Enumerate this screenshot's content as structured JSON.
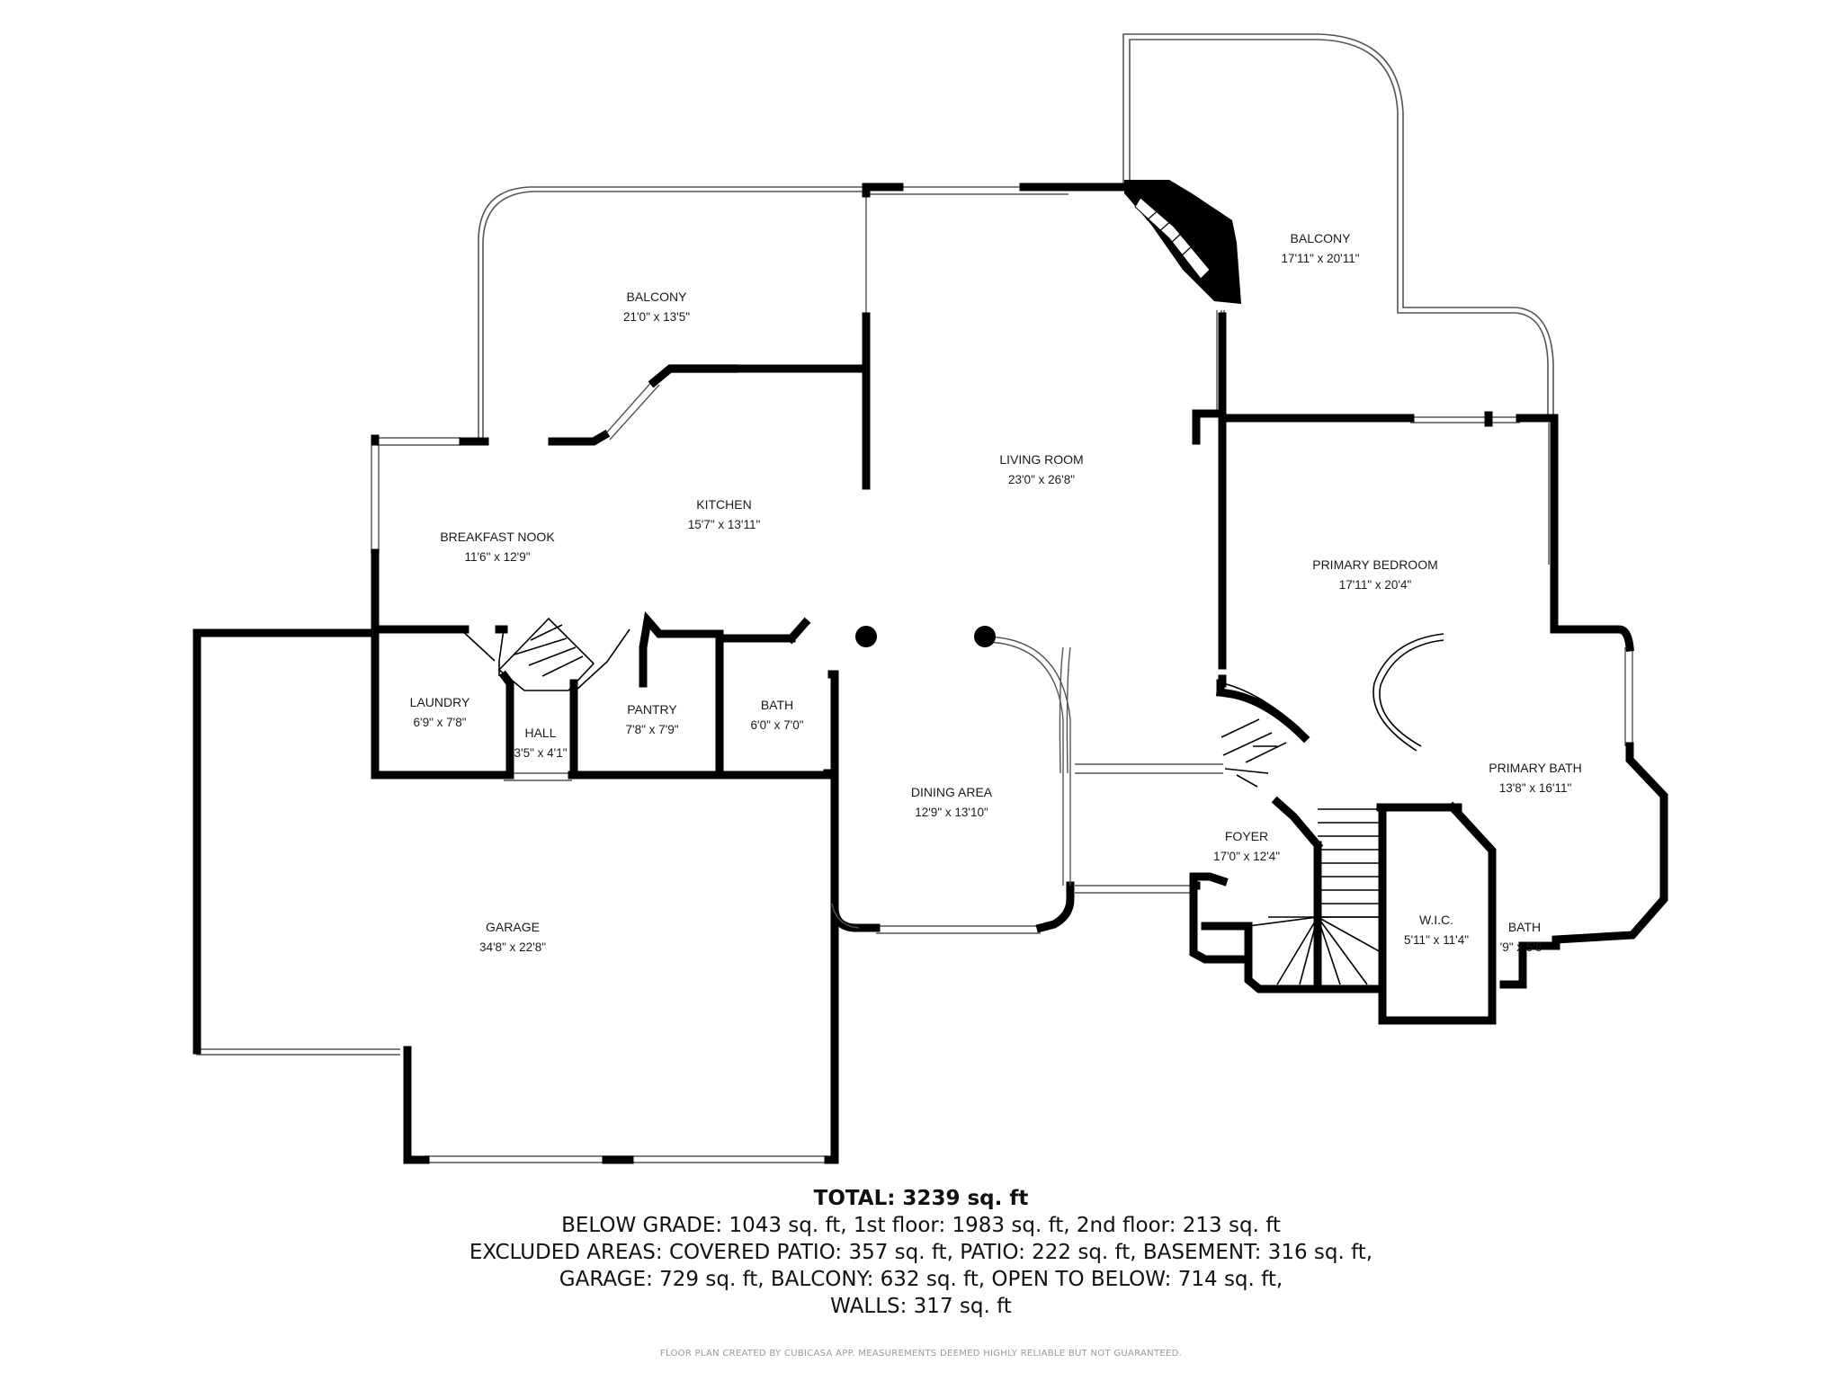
{
  "rooms": [
    {
      "id": "balcony-left",
      "name": "BALCONY",
      "dims": "21'0\" x 13'5\""
    },
    {
      "id": "balcony-right",
      "name": "BALCONY",
      "dims": "17'11\" x 20'11\""
    },
    {
      "id": "living-room",
      "name": "LIVING ROOM",
      "dims": "23'0\" x 26'8\""
    },
    {
      "id": "kitchen",
      "name": "KITCHEN",
      "dims": "15'7\" x 13'11\""
    },
    {
      "id": "breakfast-nook",
      "name": "BREAKFAST NOOK",
      "dims": "11'6\" x 12'9\""
    },
    {
      "id": "primary-bedroom",
      "name": "PRIMARY BEDROOM",
      "dims": "17'11\" x 20'4\""
    },
    {
      "id": "laundry",
      "name": "LAUNDRY",
      "dims": "6'9\" x 7'8\""
    },
    {
      "id": "hall",
      "name": "HALL",
      "dims": "3'5\" x 4'1\""
    },
    {
      "id": "pantry",
      "name": "PANTRY",
      "dims": "7'8\" x 7'9\""
    },
    {
      "id": "bath-1",
      "name": "BATH",
      "dims": "6'0\" x 7'0\""
    },
    {
      "id": "primary-bath",
      "name": "PRIMARY BATH",
      "dims": "13'8\" x 16'11\""
    },
    {
      "id": "dining-area",
      "name": "DINING AREA",
      "dims": "12'9\" x 13'10\""
    },
    {
      "id": "foyer",
      "name": "FOYER",
      "dims": "17'0\" x 12'4\""
    },
    {
      "id": "wic",
      "name": "W.I.C.",
      "dims": "5'11\" x 11'4\""
    },
    {
      "id": "bath-2",
      "name": "BATH",
      "dims": "'9\" x 5'8"
    },
    {
      "id": "garage",
      "name": "GARAGE",
      "dims": "34'8\" x 22'8\""
    }
  ],
  "summary": {
    "total": "TOTAL: 3239 sq. ft",
    "line1": "BELOW GRADE: 1043 sq. ft, 1st floor: 1983 sq. ft, 2nd floor: 213 sq. ft",
    "line2": "EXCLUDED AREAS: COVERED PATIO: 357 sq. ft, PATIO: 222 sq. ft, BASEMENT: 316 sq. ft,",
    "line3": "GARAGE: 729 sq. ft, BALCONY: 632 sq. ft, OPEN TO BELOW: 714 sq. ft,",
    "line4": "WALLS: 317 sq. ft"
  },
  "credit": "FLOOR PLAN CREATED BY CUBICASA APP. MEASUREMENTS DEEMED HIGHLY RELIABLE BUT NOT GUARANTEED.",
  "colors": {
    "wall": "#000000",
    "thin_line": "#555555",
    "background": "#ffffff"
  }
}
